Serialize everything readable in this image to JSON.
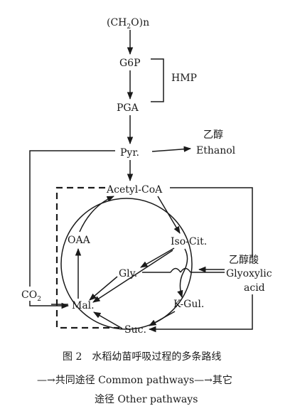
{
  "nodes": {
    "ch2on_pre": "(CH",
    "ch2on_sub": "2",
    "ch2on_post": "O)n",
    "g6p": "G6P",
    "hmp": "HMP",
    "pga": "PGA",
    "pyr": "Pyr.",
    "ethanol_cn": "乙醇",
    "ethanol": "Ethanol",
    "acetyl_coa": "Acetyl-CoA",
    "oaa": "OAA",
    "iso_cit": "Iso-Cit.",
    "gly": "Gly.",
    "glyoxylic_cn": "乙醇酸",
    "glyoxylic_1": "Glyoxylic",
    "glyoxylic_2": "acid",
    "co2_pre": "CO",
    "co2_sub": "2",
    "mal": "Mal.",
    "k_gul": "K-Gul.",
    "suc": "Suc."
  },
  "caption": {
    "line1": "图 2　水稻幼苗呼吸过程的多条路线",
    "line2_a": "—→共同途径 Common pathways—→其它",
    "line3": "途径 Other pathways"
  }
}
